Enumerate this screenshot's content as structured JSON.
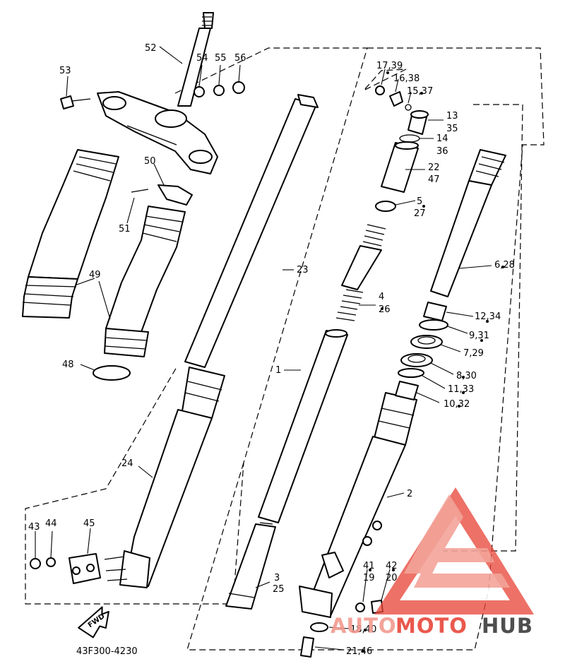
{
  "diagram": {
    "code": "43F300-4230",
    "front_arrow": "FWD",
    "labels": {
      "l52": "52",
      "l54": "54",
      "l55": "55",
      "l56": "56",
      "l53": "53",
      "l50": "50",
      "l51": "51",
      "l49": "49",
      "l48": "48",
      "l23": "23",
      "l1": "1",
      "l24": "24",
      "l43": "43",
      "l44": "44",
      "l45": "45",
      "l3": "3",
      "l25": "25",
      "l17_39": "17,39",
      "l16_38": "16,38",
      "l15_37": "15,37",
      "l13": "13",
      "l35": "35",
      "l14": "14",
      "l36": "36",
      "l22": "22",
      "l47": "47",
      "l5": "5",
      "l27": "27",
      "l4": "4",
      "l26": "26",
      "l6_28": "6,28",
      "l12_34": "12,34",
      "l9_31": "9,31",
      "l7_29": "7,29",
      "l8_30": "8,30",
      "l11_33": "11,33",
      "l10_32": "10,32",
      "l2": "2",
      "l41": "41",
      "l19": "19",
      "l42": "42",
      "l20": "20",
      "l18_40": "18,40",
      "l21_46": "21,46"
    }
  },
  "watermark": {
    "part1": "AUTO",
    "part2": "MOTO",
    "part3": "HUB",
    "color_main": "#e8473a",
    "color_light": "#f29a8f",
    "color_dark": "#3b3b3b"
  }
}
